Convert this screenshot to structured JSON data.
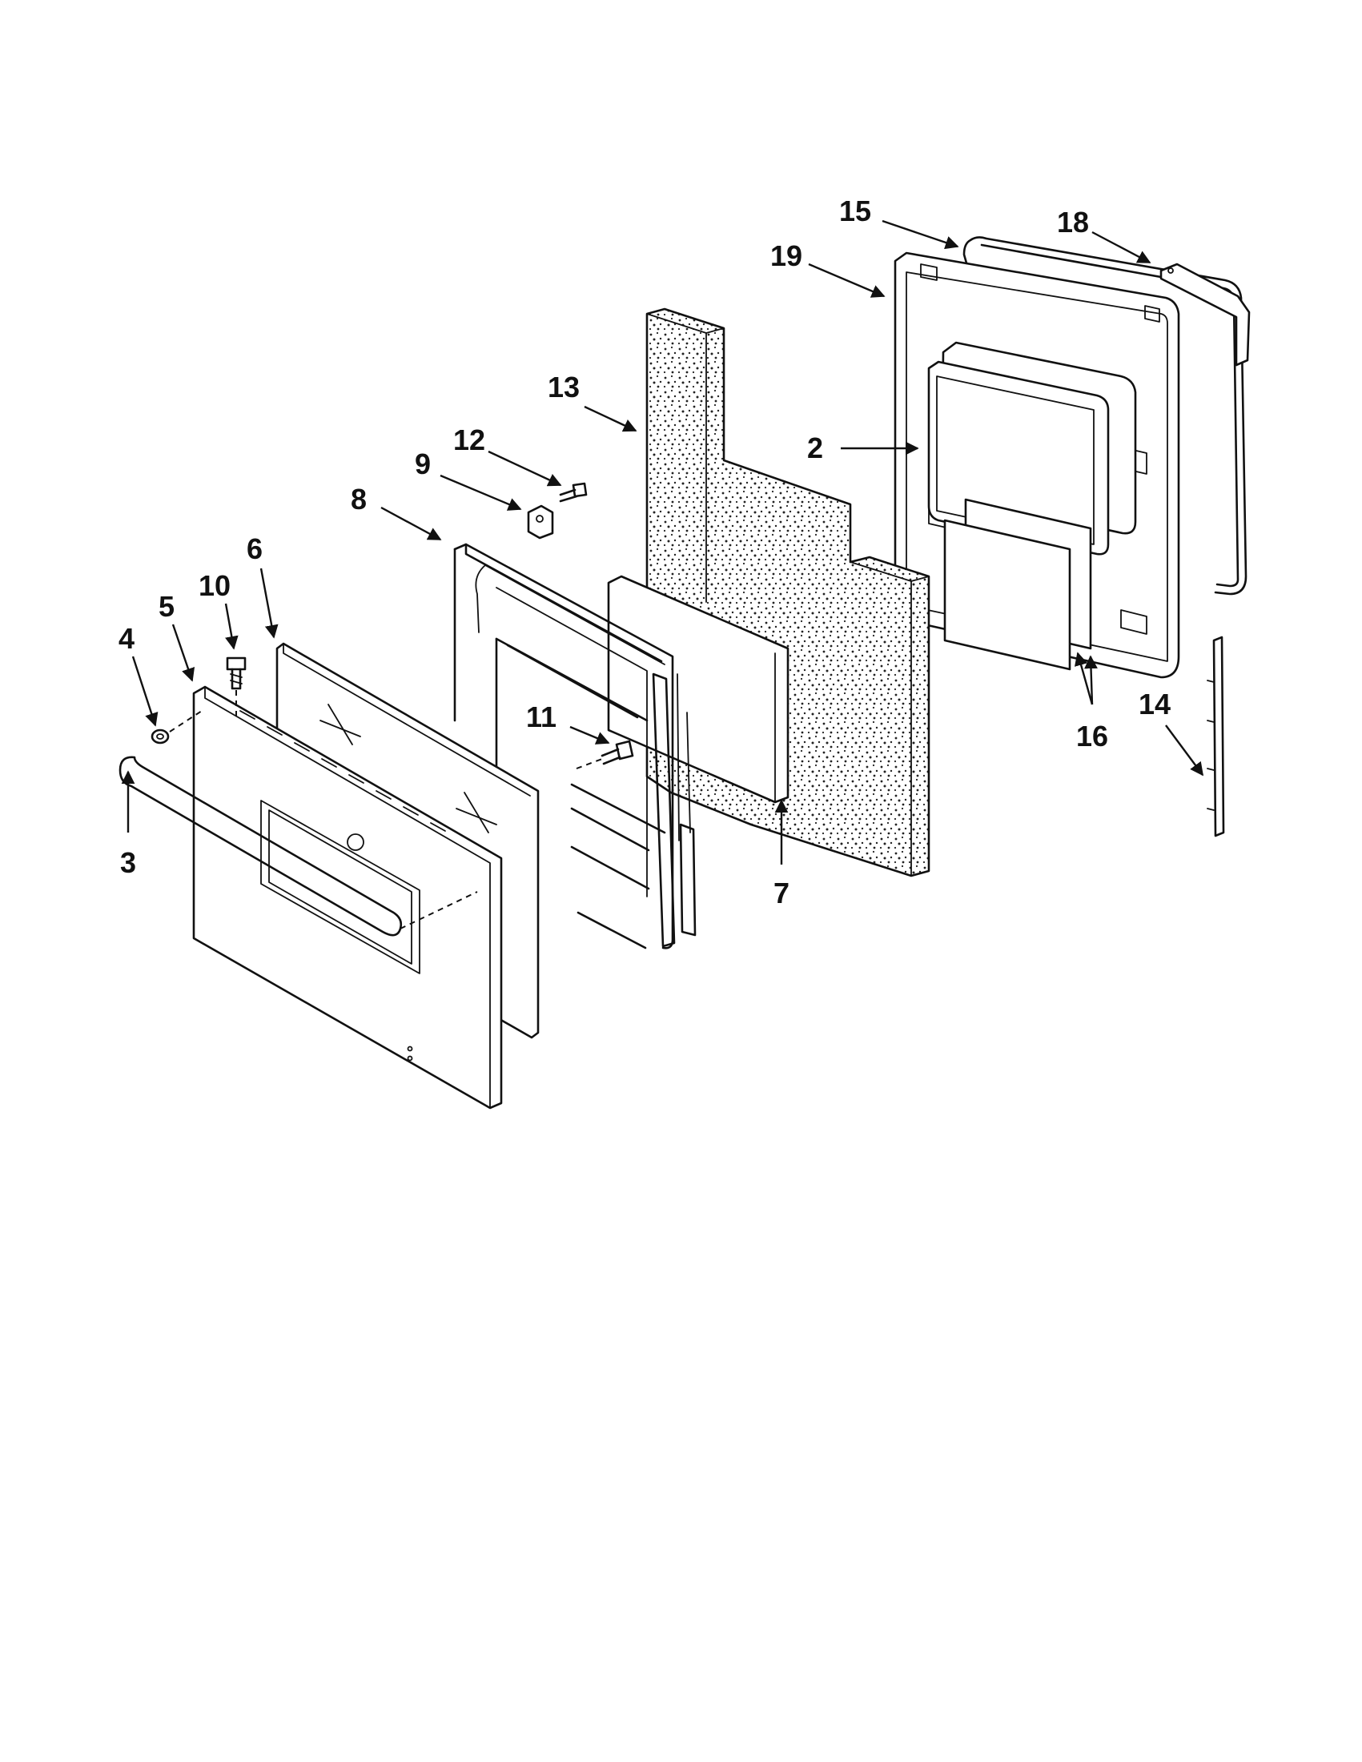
{
  "diagram": {
    "callouts": [
      {
        "id": "c15",
        "label": "15"
      },
      {
        "id": "c18",
        "label": "18"
      },
      {
        "id": "c19",
        "label": "19"
      },
      {
        "id": "c13",
        "label": "13"
      },
      {
        "id": "c2",
        "label": "2"
      },
      {
        "id": "c12",
        "label": "12"
      },
      {
        "id": "c9",
        "label": "9"
      },
      {
        "id": "c8",
        "label": "8"
      },
      {
        "id": "c6",
        "label": "6"
      },
      {
        "id": "c10",
        "label": "10"
      },
      {
        "id": "c5",
        "label": "5"
      },
      {
        "id": "c4",
        "label": "4"
      },
      {
        "id": "c11",
        "label": "11"
      },
      {
        "id": "c16",
        "label": "16"
      },
      {
        "id": "c14",
        "label": "14"
      },
      {
        "id": "c3",
        "label": "3"
      },
      {
        "id": "c7",
        "label": "7"
      }
    ]
  }
}
